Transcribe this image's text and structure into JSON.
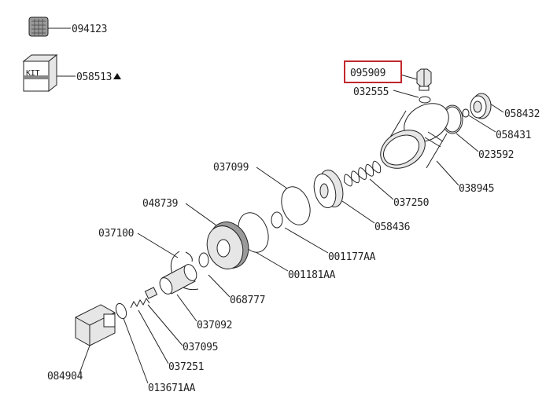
{
  "part_labels": {
    "p094123": "094123",
    "p058513": "058513",
    "p095909": "095909",
    "p032555": "032555",
    "p058432": "058432",
    "p058431": "058431",
    "p023592": "023592",
    "p038945": "038945",
    "p037099": "037099",
    "p037250": "037250",
    "p058436": "058436",
    "p048739": "048739",
    "p037100": "037100",
    "p001177AA": "001177AA",
    "p001181AA": "001181AA",
    "p068777": "068777",
    "p037092": "037092",
    "p037095": "037095",
    "p037251": "037251",
    "p084904": "084904",
    "p013671AA": "013671AA"
  },
  "kit_badge_text": "KIT",
  "highlight": {
    "part": "095909",
    "color": "#c0282d"
  },
  "colors": {
    "line": "#222222",
    "fill_light": "#e6e6e6",
    "fill_dark": "#9a9a9a"
  },
  "icons": {
    "warning": "triangle-icon"
  }
}
